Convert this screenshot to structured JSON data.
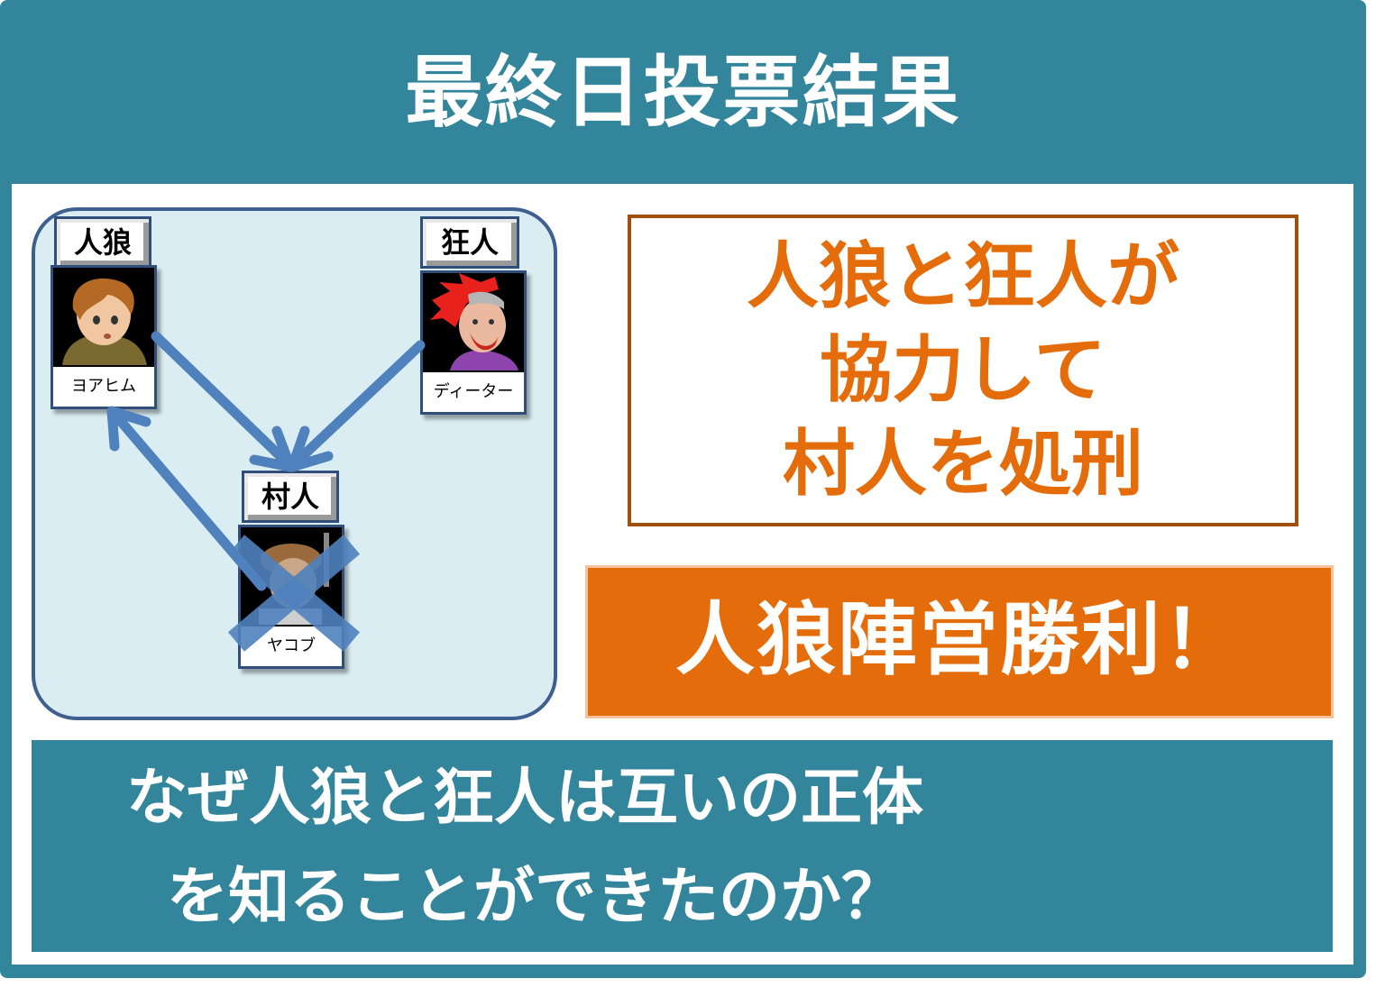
{
  "header": {
    "title": "最終日投票結果"
  },
  "diagram": {
    "characters": [
      {
        "id": "werewolf",
        "role": "人狼",
        "name": "ヨアヒム",
        "portrait_icon": "brown-haired-youth-portrait",
        "executed": false
      },
      {
        "id": "madman",
        "role": "狂人",
        "name": "ディーター",
        "portrait_icon": "red-haired-man-portrait",
        "executed": false
      },
      {
        "id": "villager",
        "role": "村人",
        "name": "ヤコブ",
        "portrait_icon": "villager-portrait",
        "executed": true
      }
    ],
    "votes": [
      {
        "from": "ヨアヒム",
        "to": "ヤコブ"
      },
      {
        "from": "ディーター",
        "to": "ヤコブ"
      },
      {
        "from": "ヤコブ",
        "to": "ヨアヒム"
      }
    ],
    "executed_marker_icon": "x-cross-icon"
  },
  "summary": {
    "lines": [
      "人狼と狂人が",
      "協力して",
      "村人を処刑"
    ]
  },
  "result": {
    "label": "人狼陣営勝利！"
  },
  "question": {
    "lines": [
      "なぜ人狼と狂人は互いの正体",
      "を知ることができたのか？"
    ]
  },
  "colors": {
    "teal": "#33859c",
    "orange": "#e46c0a",
    "brown_border": "#a24f0e",
    "arrow_blue": "#4f81bd",
    "panel_bg": "#daedf3",
    "panel_border": "#3f5f8f"
  }
}
